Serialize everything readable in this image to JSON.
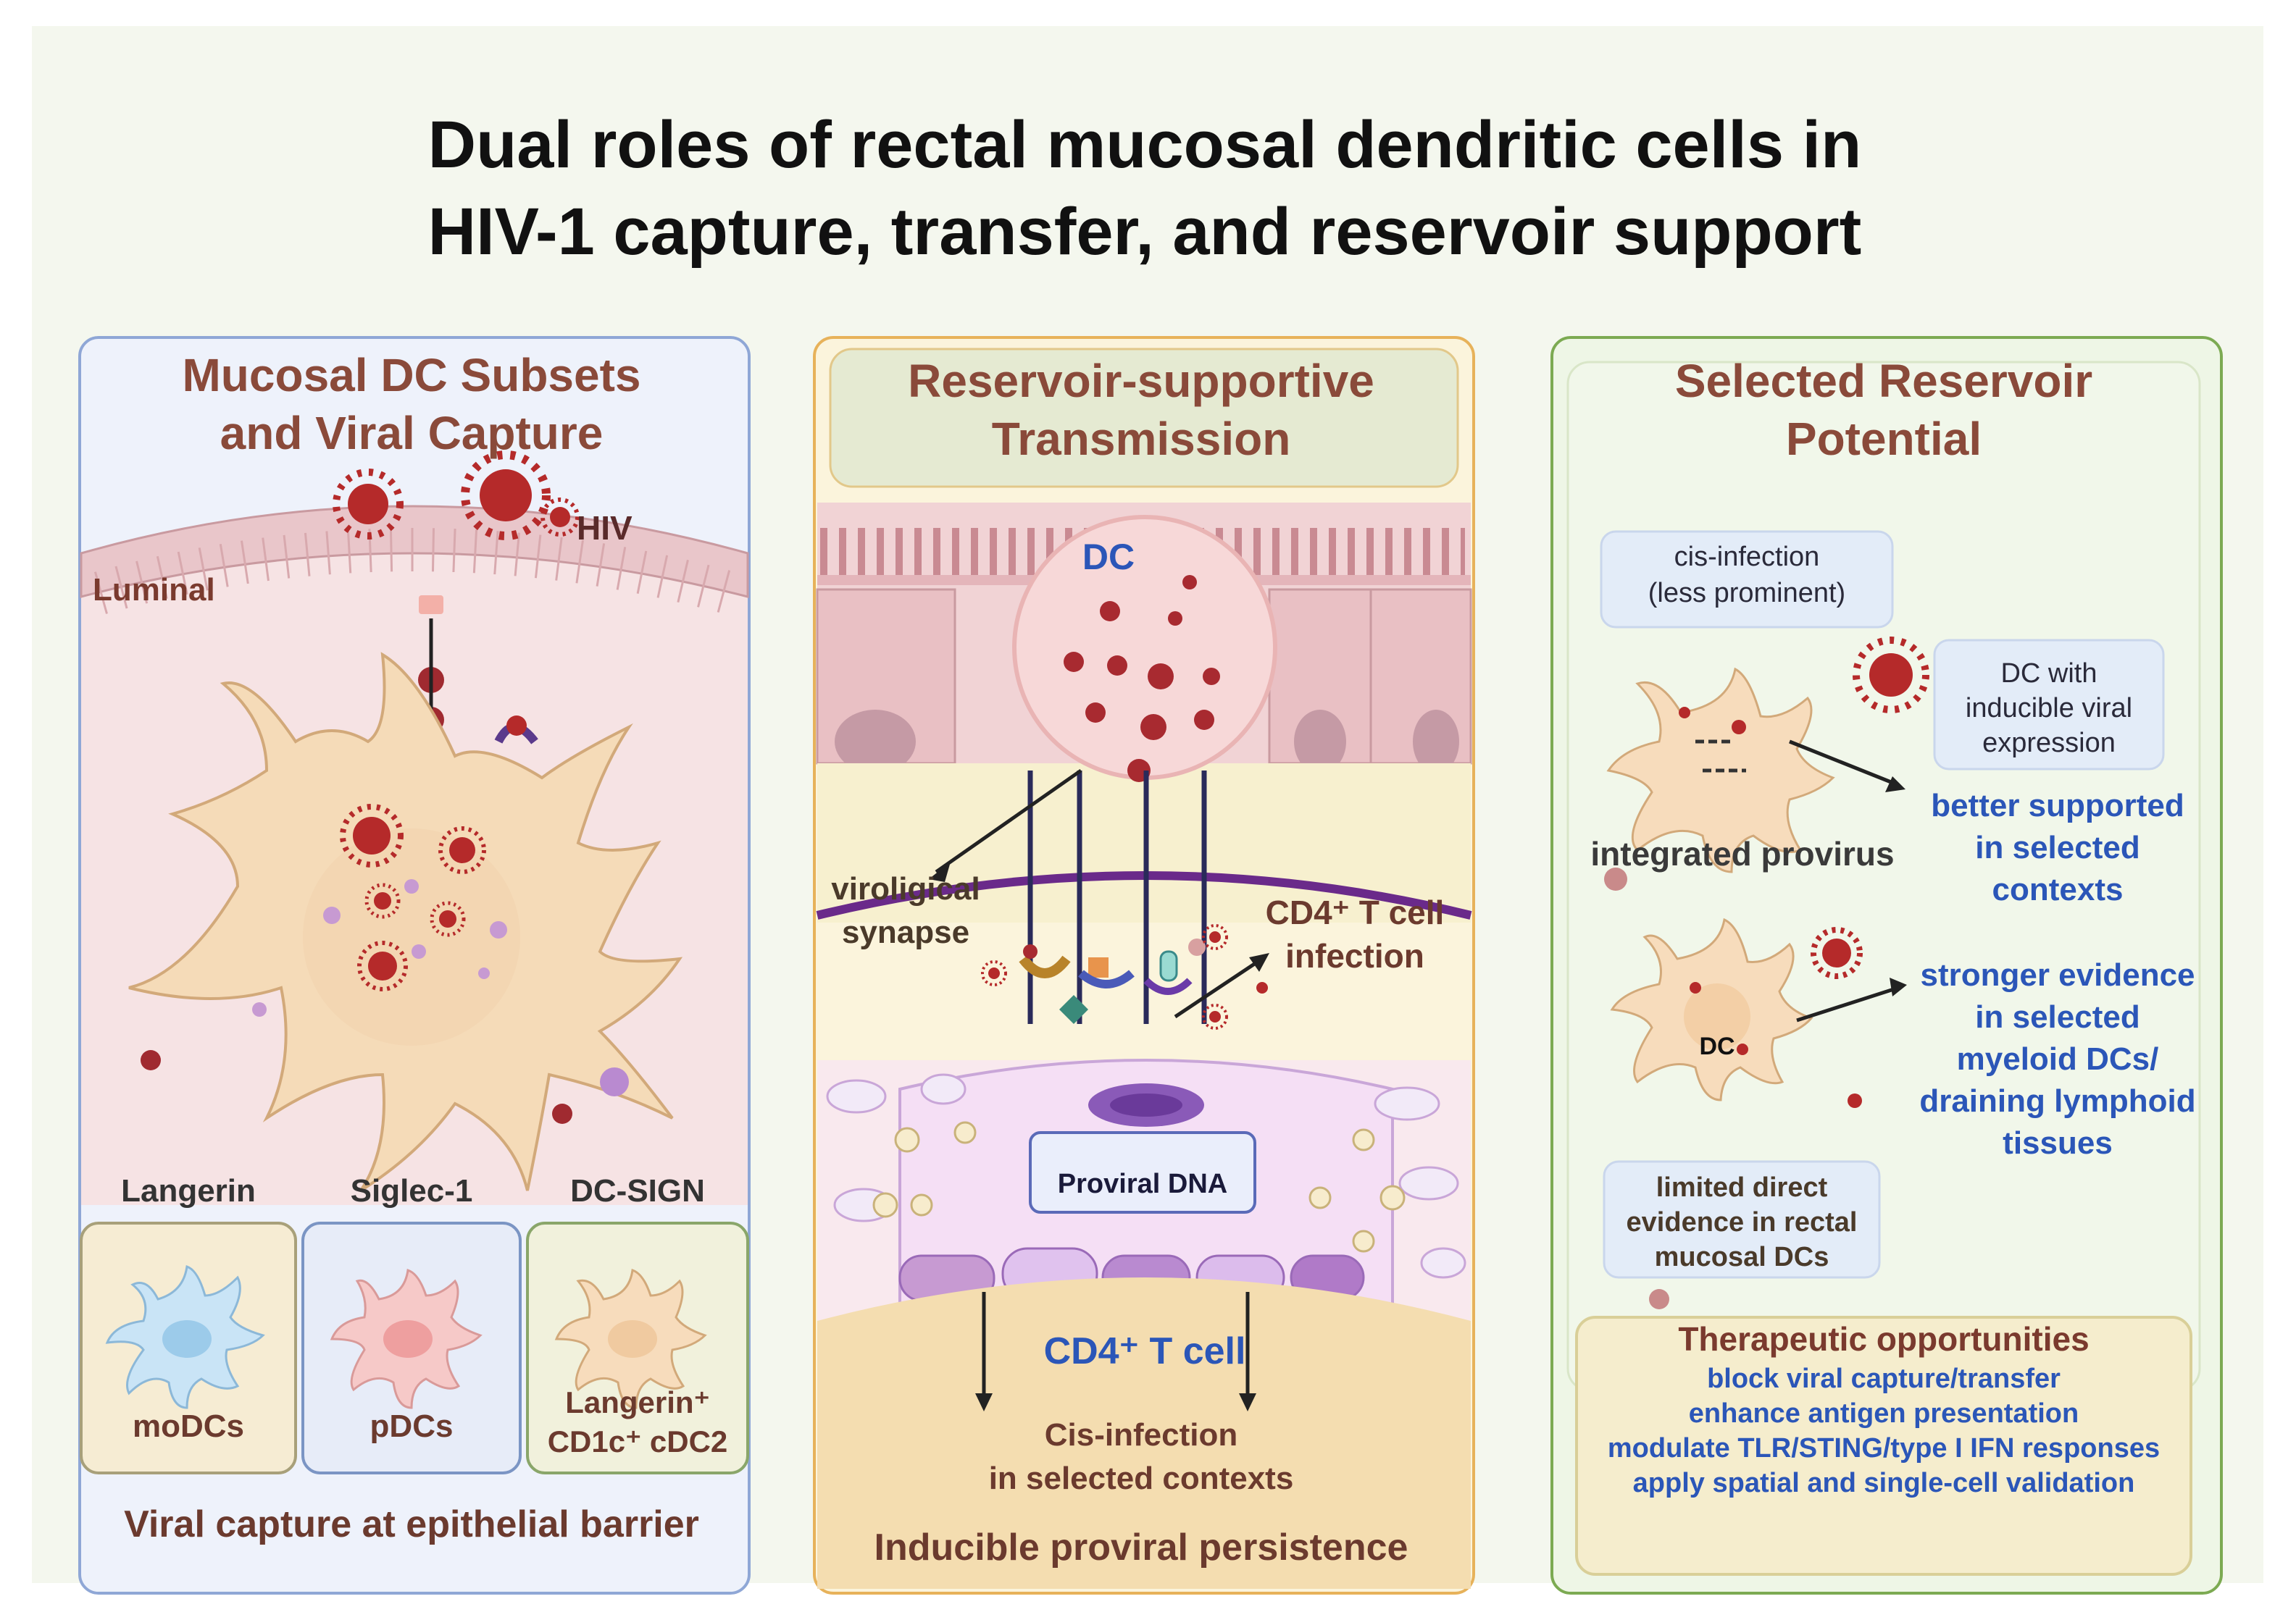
{
  "title_line1": "Dual roles of rectal mucosal dendritic cells in",
  "title_line2": "HIV-1 capture, transfer, and reservoir support",
  "left": {
    "title_line1": "Mucosal DC Subsets",
    "title_line2": "and Viral Capture",
    "hiv_label": "HIV",
    "luminal_label": "Luminal",
    "receptor_labels": [
      "Langerin",
      "Siglec-1",
      "DC-SIGN"
    ],
    "subset_labels": [
      "moDCs",
      "pDCs"
    ],
    "subset3_line1": "Langerin⁺",
    "subset3_line2": "CD1c⁺ cDC2",
    "footer": "Viral capture at epithelial barrier"
  },
  "middle": {
    "title_line1": "Reservoir-supportive",
    "title_line2": "Transmission",
    "dc_label": "DC",
    "synapse_line1": "viroligical",
    "synapse_line2": "synapse",
    "infection_line1": "CD4⁺ T cell",
    "infection_line2": "infection",
    "proviral_label": "Proviral DNA",
    "tcell_label": "CD4⁺ T cell",
    "cis_line1": "Cis-infection",
    "cis_line2": "in selected contexts",
    "footer": "Inducible proviral persistence"
  },
  "right": {
    "title_line1": "Selected Reservoir",
    "title_line2": "Potential",
    "cis_box_line1": "cis-infection",
    "cis_box_line2": "(less prominent)",
    "dc_box_line1": "DC with",
    "dc_box_line2": "inducible viral",
    "dc_box_line3": "expression",
    "integrated_label": "integrated provirus",
    "better_lines": [
      "better supported",
      "in selected",
      "contexts"
    ],
    "dc_label": "DC",
    "stronger_lines": [
      "stronger evidence",
      "in selected",
      "myeloid DCs/",
      "draining lymphoid",
      "tissues"
    ],
    "limited_lines": [
      "limited direct",
      "evidence in rectal",
      "mucosal DCs"
    ],
    "therapeutic_title": "Therapeutic opportunities",
    "therapeutic_items": [
      "block viral capture/transfer",
      "enhance antigen presentation",
      "modulate TLR/STING/type I IFN responses",
      "apply spatial and single-cell validation"
    ]
  },
  "colors": {
    "background": "#f4f7ee",
    "left_panel": "#eef2fb",
    "middle_panel": "#fbf4dc",
    "right_panel": "#eef6e6",
    "title_brown": "#8a4a3a",
    "accent_blue": "#2b56b8",
    "virus_red": "#b52a2a"
  }
}
